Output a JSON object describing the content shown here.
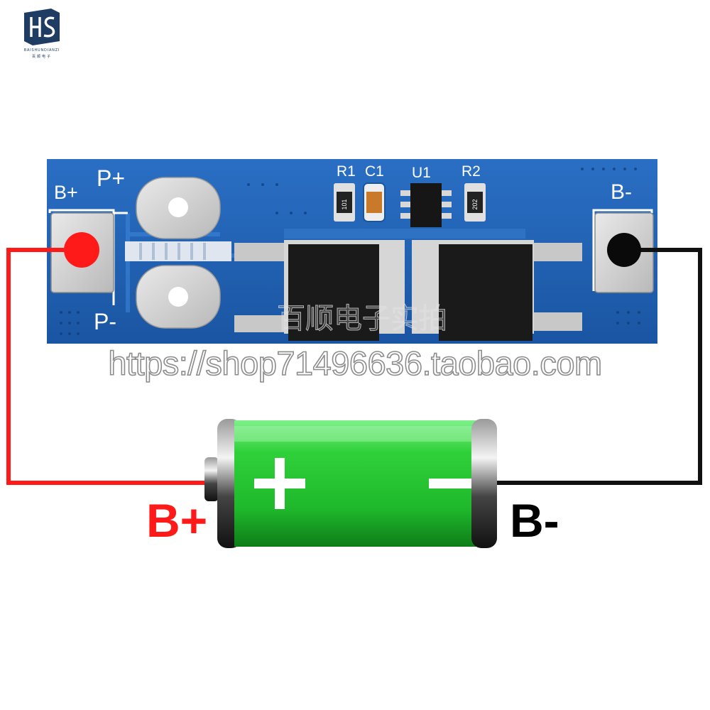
{
  "logo": {
    "brand": "BAISHUNDIANZI",
    "brand_cn": "百顺电子"
  },
  "board": {
    "labels": {
      "b_plus": "B+",
      "p_plus": "P+",
      "p_minus": "P-",
      "b_minus": "B-",
      "r1": "R1",
      "c1": "C1",
      "u1": "U1",
      "r2": "R2",
      "r1_code": "101",
      "r2_code": "202"
    }
  },
  "watermark": {
    "chinese": "百顺电子实拍",
    "url": "https://shop71496636.taobao.com"
  },
  "battery": {
    "plus_label": "B+",
    "minus_label": "B-"
  },
  "colors": {
    "board": "#1e5fb0",
    "positive_wire": "#ff1a1a",
    "negative_wire": "#111111",
    "battery_green": "#2fd13a"
  }
}
